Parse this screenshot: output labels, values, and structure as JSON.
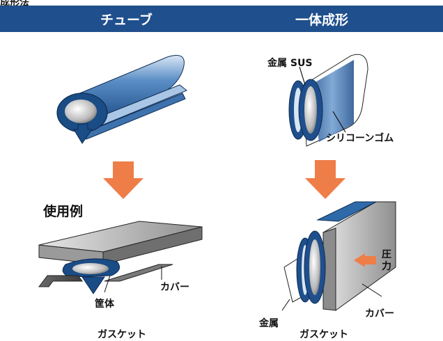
{
  "top_cut_text": "成形法",
  "header": {
    "left_title": "チューブ",
    "right_title": "一体成形"
  },
  "labels": {
    "metal_sus": "金属 SUS",
    "silicone_rubber": "シリコーンゴム",
    "usage_example": "使用例",
    "cover_left": "カバー",
    "housing": "筐体",
    "gasket_left": "ガスケット",
    "pressure": "圧力",
    "metal": "金属",
    "cover_right": "カバー",
    "gasket_right": "ガスケット"
  },
  "colors": {
    "header_bg": "#1f4f8c",
    "tube_blue": "#2f6aa8",
    "arrow_orange": "#ef7d48"
  }
}
